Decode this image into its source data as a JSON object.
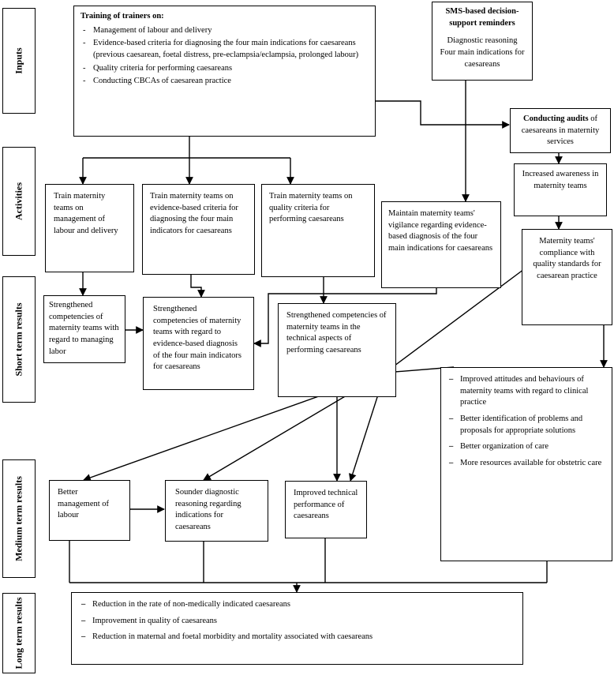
{
  "stages": {
    "inputs": "Inputs",
    "activities": "Activities",
    "short_term": "Short term results",
    "medium_term": "Medium term results",
    "long_term": "Long term results"
  },
  "training": {
    "title": "Training of trainers on:",
    "items": [
      "Management of labour and delivery",
      "Evidence-based criteria for diagnosing the four main indications for caesareans (previous caesarean, foetal distress, pre-eclampsia/eclampsia, prolonged labour)",
      "Quality criteria for performing caesareans",
      "Conducting CBCAs of caesarean practice"
    ]
  },
  "sms": {
    "title": "SMS-based decision-support reminders",
    "line1": "Diagnostic reasoning",
    "line2": "Four main indications for caesareans"
  },
  "audits": {
    "bold": "Conducting audits",
    "rest": " of caesareans in maternity services"
  },
  "activities": {
    "train_labour": "Train maternity teams on management of labour and delivery",
    "train_evidence": "Train maternity teams on evidence-based criteria for diagnosing the four main indicators for caesareans",
    "train_quality": "Train maternity teams on quality criteria for performing caesareans",
    "vigilance": "Maintain maternity teams' vigilance regarding evidence-based diagnosis of the four main indications for caesareans",
    "awareness": "Increased awareness in maternity teams",
    "compliance": "Maternity teams' compliance with quality standards for caesarean practice"
  },
  "short_term": {
    "labor": "Strengthened competencies of maternity teams with regard to managing labor",
    "evidence": "Strengthened competencies of maternity teams with regard to evidence-based diagnosis of the four main indicators for caesareans",
    "technical": "Strengthened competencies of maternity teams in the technical aspects of performing caesareans"
  },
  "audit_outcomes": [
    "Improved attitudes and behaviours of maternity teams with regard to clinical practice",
    "Better identification of problems and proposals for appropriate solutions",
    "Better organization of care",
    "More resources available for obstetric care"
  ],
  "medium_term": {
    "management": "Better management of labour",
    "reasoning": "Sounder diagnostic reasoning regarding indications for caesareans",
    "technical": "Improved technical performance of caesareans"
  },
  "long_term": [
    "Reduction in the rate of non-medically indicated caesareans",
    "Improvement in quality of caesareans",
    "Reduction in maternal and foetal morbidity and mortality associated with caesareans"
  ]
}
